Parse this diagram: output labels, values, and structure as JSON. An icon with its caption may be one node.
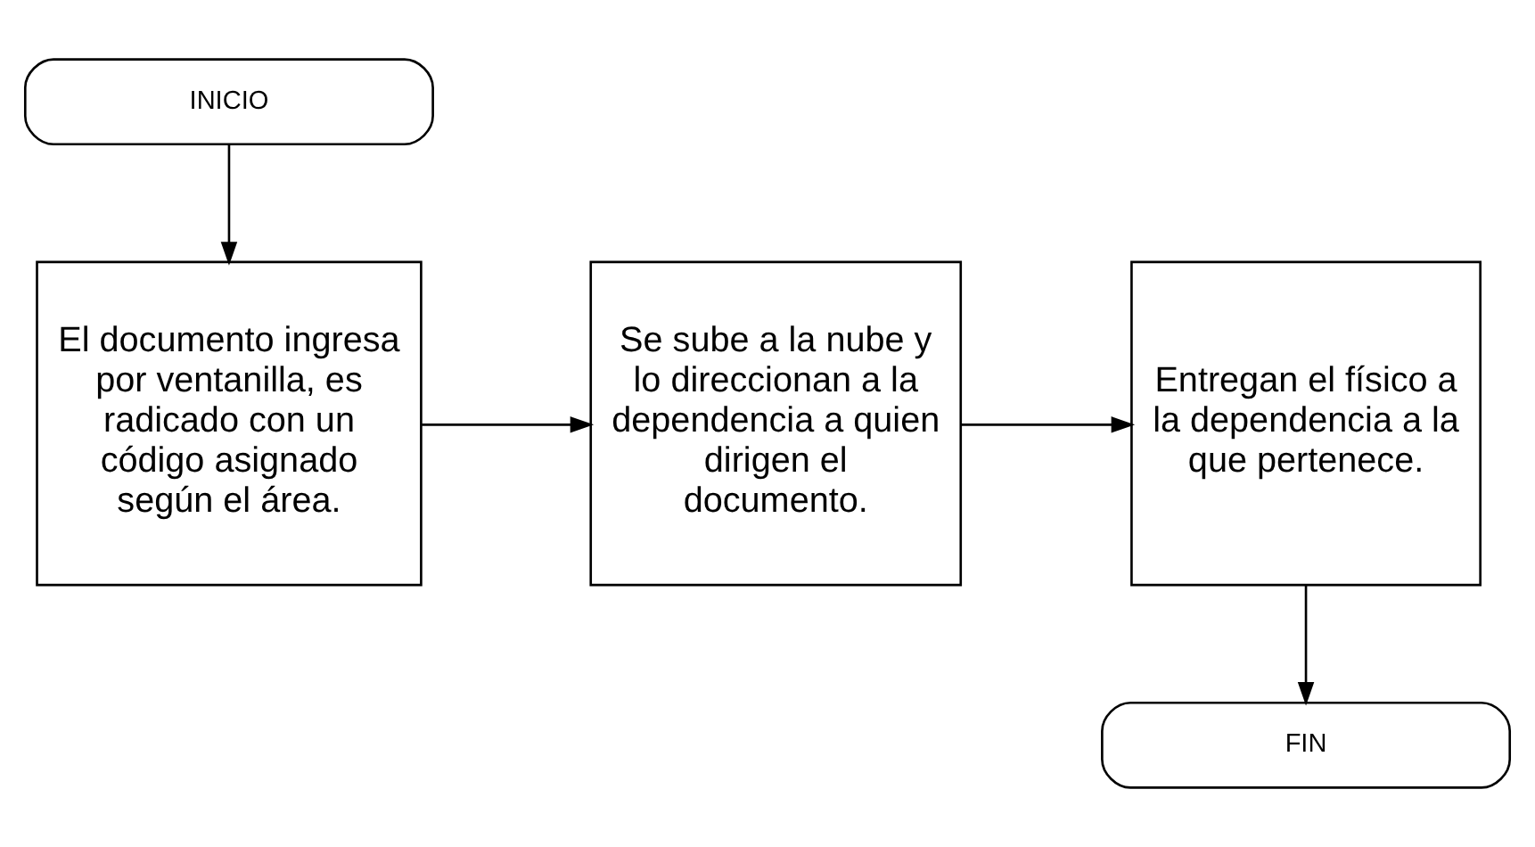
{
  "diagram": {
    "nodes": [
      {
        "text": [
          "INICIO"
        ]
      },
      {
        "text": [
          "El documento ingresa por ventanilla, es radicado con un código asignado según el área."
        ]
      },
      {
        "text": [
          "Se sube a la nube y lo direccionan a la dependencia a quien dirigen el documento."
        ]
      },
      {
        "text": [
          "Entregan el físico a la dependencia a la que pertenece."
        ]
      },
      {
        "text": [
          "FIN"
        ]
      }
    ],
    "edges": [
      {
        "from": 0,
        "to": 1,
        "arrow": "to"
      },
      {
        "from": 1,
        "to": 2,
        "arrow": "to"
      },
      {
        "from": 2,
        "to": 3,
        "arrow": "to"
      },
      {
        "from": 3,
        "to": 4,
        "arrow": "to"
      }
    ]
  }
}
